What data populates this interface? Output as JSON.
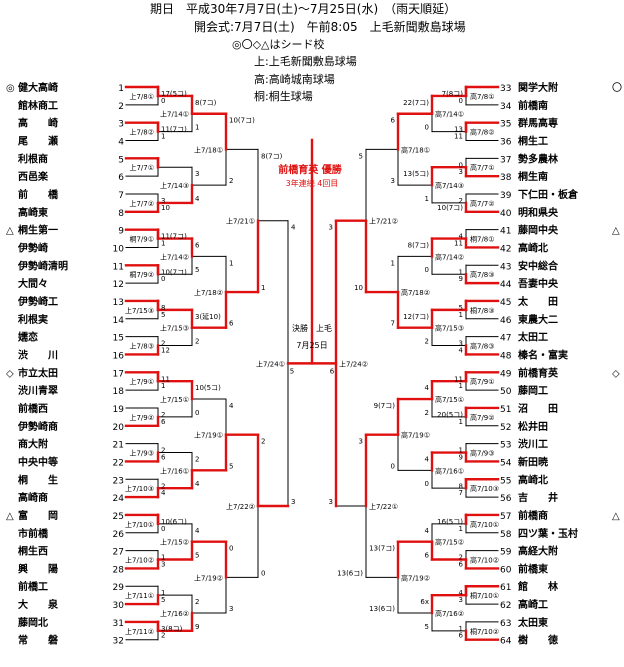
{
  "header": {
    "line1": "期日　平成30年7月7日(土)～7月25日(水)　（雨天順延）",
    "line2": "開会式:7月7日(土)　午前8:05　上毛新聞敷島球場",
    "line3": "◎〇◇△はシード校",
    "venue_kamige": "上:上毛新聞敷島球場",
    "venue_takasaki": "高:高崎城南球場",
    "venue_kiryu": "桐:桐生球場"
  },
  "champion": {
    "title": "前橋育英 優勝",
    "subtitle": "3年連続 4回目"
  },
  "final": {
    "venue_label": "決勝　上毛",
    "date": "7月25日",
    "score_left": "5",
    "score_right": "6"
  },
  "left": {
    "teams": [
      {
        "no": "1",
        "mark": "◎",
        "name": "健大高崎"
      },
      {
        "no": "2",
        "mark": "",
        "name": "館林商工"
      },
      {
        "no": "3",
        "mark": "",
        "name": "高　　崎"
      },
      {
        "no": "4",
        "mark": "",
        "name": "尾　　瀬"
      },
      {
        "no": "5",
        "mark": "",
        "name": "利根商"
      },
      {
        "no": "6",
        "mark": "",
        "name": "西邑楽"
      },
      {
        "no": "7",
        "mark": "",
        "name": "前　　橋"
      },
      {
        "no": "8",
        "mark": "",
        "name": "高崎東"
      },
      {
        "no": "9",
        "mark": "△",
        "name": "桐生第一"
      },
      {
        "no": "10",
        "mark": "",
        "name": "伊勢崎"
      },
      {
        "no": "11",
        "mark": "",
        "name": "伊勢崎清明"
      },
      {
        "no": "12",
        "mark": "",
        "name": "大間々"
      },
      {
        "no": "13",
        "mark": "",
        "name": "伊勢崎工"
      },
      {
        "no": "14",
        "mark": "",
        "name": "利根実"
      },
      {
        "no": "15",
        "mark": "",
        "name": "嬬恋"
      },
      {
        "no": "16",
        "mark": "",
        "name": "渋　　川"
      },
      {
        "no": "17",
        "mark": "◇",
        "name": "市立太田"
      },
      {
        "no": "18",
        "mark": "",
        "name": "渋川青翠"
      },
      {
        "no": "19",
        "mark": "",
        "name": "前橋西"
      },
      {
        "no": "20",
        "mark": "",
        "name": "伊勢崎商"
      },
      {
        "no": "21",
        "mark": "",
        "name": "商大附"
      },
      {
        "no": "22",
        "mark": "",
        "name": "中央中等"
      },
      {
        "no": "23",
        "mark": "",
        "name": "桐　　生"
      },
      {
        "no": "24",
        "mark": "",
        "name": "高崎商"
      },
      {
        "no": "25",
        "mark": "△",
        "name": "富　　岡"
      },
      {
        "no": "26",
        "mark": "",
        "name": "市前橋"
      },
      {
        "no": "27",
        "mark": "",
        "name": "桐生西"
      },
      {
        "no": "28",
        "mark": "",
        "name": "興　　陽"
      },
      {
        "no": "29",
        "mark": "",
        "name": "前橋工"
      },
      {
        "no": "30",
        "mark": "",
        "name": "大　　泉"
      },
      {
        "no": "31",
        "mark": "",
        "name": "藤岡北"
      },
      {
        "no": "32",
        "mark": "",
        "name": "常　　磐"
      }
    ],
    "r1": [
      {
        "venue": "上7/8①",
        "top": "17(5コ)",
        "bot": "0"
      },
      {
        "venue": "上7/8②",
        "top": "11(7コ)",
        "bot": "1"
      },
      {
        "venue": "上7/7①",
        "top": "",
        "bot": ""
      },
      {
        "venue": "上7/7②",
        "top": "3",
        "bot": "10"
      },
      {
        "venue": "桐7/9①",
        "top": "11(7コ)",
        "bot": "1"
      },
      {
        "venue": "桐7/9②",
        "top": "10(7コ)",
        "bot": "0"
      },
      {
        "venue": "上7/15③",
        "top": "8",
        "bot": "5"
      },
      {
        "venue": "上7/8③",
        "top": "2",
        "bot": "12"
      },
      {
        "venue": "上7/9①",
        "top": "11",
        "bot": "1"
      },
      {
        "venue": "上7/9②",
        "top": "2",
        "bot": "6"
      },
      {
        "venue": "上7/9③",
        "top": "2",
        "bot": "6"
      },
      {
        "venue": "上7/10③",
        "top": "2",
        "bot": "4"
      },
      {
        "venue": "上7/10①",
        "top": "10(6コ)",
        "bot": "0"
      },
      {
        "venue": "上7/10②",
        "top": "1",
        "bot": "3"
      },
      {
        "venue": "上7/11①",
        "top": "1",
        "bot": "5"
      },
      {
        "venue": "上7/11②",
        "top": "3(8コ)",
        "bot": "2"
      }
    ],
    "r2": [
      {
        "venue": "上7/14①",
        "top": "8(7コ)",
        "bot": "1"
      },
      {
        "venue": "上7/14③",
        "top": "3",
        "bot": "4"
      },
      {
        "venue": "上7/14②",
        "top": "6",
        "bot": "5"
      },
      {
        "venue": "上7/15③",
        "top": "3(延10)",
        "bot": "2"
      },
      {
        "venue": "上7/15①",
        "top": "10(5コ)",
        "bot": "0"
      },
      {
        "venue": "上7/16①",
        "top": "2",
        "bot": "4"
      },
      {
        "venue": "上7/15②",
        "top": "4",
        "bot": "5"
      },
      {
        "venue": "上7/16②",
        "top": "2",
        "bot": "9"
      }
    ],
    "r3": [
      {
        "venue": "上7/18①",
        "top": "10(7コ)",
        "bot": "2"
      },
      {
        "venue": "上7/18②",
        "top": "1",
        "bot": "6"
      },
      {
        "venue": "上7/19①",
        "top": "4",
        "bot": "5"
      },
      {
        "venue": "上7/19②",
        "top": "0",
        "bot": "3"
      }
    ],
    "r4": [
      {
        "venue": "上7/21①",
        "top": "8(7コ)",
        "bot": "1"
      },
      {
        "venue": "上7/22②",
        "top": "2",
        "bot": "0"
      }
    ],
    "r5": {
      "venue": "上7/24①",
      "top": "4",
      "bot": "3"
    }
  },
  "right": {
    "teams": [
      {
        "no": "33",
        "mark": "〇",
        "name": "関学大附"
      },
      {
        "no": "34",
        "mark": "",
        "name": "前橋南"
      },
      {
        "no": "35",
        "mark": "",
        "name": "群馬高専"
      },
      {
        "no": "36",
        "mark": "",
        "name": "桐生工"
      },
      {
        "no": "37",
        "mark": "",
        "name": "勢多農林"
      },
      {
        "no": "38",
        "mark": "",
        "name": "桐生南"
      },
      {
        "no": "39",
        "mark": "",
        "name": "下仁田・板倉"
      },
      {
        "no": "40",
        "mark": "",
        "name": "明和県央"
      },
      {
        "no": "41",
        "mark": "△",
        "name": "藤岡中央"
      },
      {
        "no": "42",
        "mark": "",
        "name": "高崎北"
      },
      {
        "no": "43",
        "mark": "",
        "name": "安中総合"
      },
      {
        "no": "44",
        "mark": "",
        "name": "吾妻中央"
      },
      {
        "no": "45",
        "mark": "",
        "name": "太　　田"
      },
      {
        "no": "46",
        "mark": "",
        "name": "東農大二"
      },
      {
        "no": "47",
        "mark": "",
        "name": "太田工"
      },
      {
        "no": "48",
        "mark": "",
        "name": "榛名・富実"
      },
      {
        "no": "49",
        "mark": "◇",
        "name": "前橋育英"
      },
      {
        "no": "50",
        "mark": "",
        "name": "藤岡工"
      },
      {
        "no": "51",
        "mark": "",
        "name": "沼　　田"
      },
      {
        "no": "52",
        "mark": "",
        "name": "松井田"
      },
      {
        "no": "53",
        "mark": "",
        "name": "渋川工"
      },
      {
        "no": "54",
        "mark": "",
        "name": "新田暁"
      },
      {
        "no": "55",
        "mark": "",
        "name": "高崎北"
      },
      {
        "no": "56",
        "mark": "",
        "name": "吉　　井"
      },
      {
        "no": "57",
        "mark": "△",
        "name": "前橋商"
      },
      {
        "no": "58",
        "mark": "",
        "name": "四ツ葉・玉村"
      },
      {
        "no": "59",
        "mark": "",
        "name": "高経大附"
      },
      {
        "no": "60",
        "mark": "",
        "name": "前橋東"
      },
      {
        "no": "61",
        "mark": "",
        "name": "館　　林"
      },
      {
        "no": "62",
        "mark": "",
        "name": "高崎工"
      },
      {
        "no": "63",
        "mark": "",
        "name": "太田東"
      },
      {
        "no": "64",
        "mark": "",
        "name": "樹　　徳"
      }
    ],
    "r1": [
      {
        "venue": "高7/8①",
        "top": "7(8コ)",
        "bot": "0"
      },
      {
        "venue": "高7/8②",
        "top": "13",
        "bot": "11"
      },
      {
        "venue": "高7/7①",
        "top": "0",
        "bot": "3"
      },
      {
        "venue": "高7/7②",
        "top": "2",
        "bot": "10(7コ)"
      },
      {
        "venue": "桐7/8①",
        "top": "4",
        "bot": "11"
      },
      {
        "venue": "高7/8③",
        "top": "1",
        "bot": "9"
      },
      {
        "venue": "桐7/8③",
        "top": "5",
        "bot": "1"
      },
      {
        "venue": "高7/8③",
        "top": "3",
        "bot": "4"
      },
      {
        "venue": "高7/9①",
        "top": "11",
        "bot": "1"
      },
      {
        "venue": "高7/9②",
        "top": "20(5コ)",
        "bot": "1"
      },
      {
        "venue": "高7/9③",
        "top": "1",
        "bot": "9"
      },
      {
        "venue": "高7/10③",
        "top": "8",
        "bot": "7"
      },
      {
        "venue": "高7/10①",
        "top": "16(5コ)",
        "bot": "1"
      },
      {
        "venue": "高7/10②",
        "top": "2",
        "bot": "6"
      },
      {
        "venue": "桐7/10①",
        "top": "4",
        "bot": "3"
      },
      {
        "venue": "桐7/10②",
        "top": "1",
        "bot": "6"
      }
    ],
    "r2": [
      {
        "venue": "高7/14①",
        "top": "22(7コ)",
        "bot": "0"
      },
      {
        "venue": "高7/14③",
        "top": "13(5コ)",
        "bot": "1"
      },
      {
        "venue": "高7/14②",
        "top": "8(7コ)",
        "bot": "0"
      },
      {
        "venue": "高7/15③",
        "top": "12(7コ)",
        "bot": "2"
      },
      {
        "venue": "高7/15①",
        "top": "4",
        "bot": "2"
      },
      {
        "venue": "高7/16①",
        "top": "4",
        "bot": "0"
      },
      {
        "venue": "高7/15②",
        "top": "4",
        "bot": "6"
      },
      {
        "venue": "高7/16②",
        "top": "6x",
        "bot": "5"
      }
    ],
    "r3": [
      {
        "venue": "高7/18①",
        "top": "6",
        "bot": "3"
      },
      {
        "venue": "高7/18②",
        "top": "1",
        "bot": "7"
      },
      {
        "venue": "高7/19①",
        "top": "9(7コ)",
        "bot": "0"
      },
      {
        "venue": "高7/19②",
        "top": "13(7コ)",
        "bot": "13(6コ)"
      }
    ],
    "r4": [
      {
        "venue": "上7/21②",
        "top": "5",
        "bot": "10"
      },
      {
        "venue": "上7/22①",
        "top": "3",
        "bot": "13(6コ)"
      }
    ],
    "r5": {
      "venue": "上7/24②",
      "top": "3",
      "bot": "3"
    }
  },
  "advance": {
    "left": {
      "r1": [
        true,
        true,
        true,
        false,
        true,
        true,
        true,
        false,
        true,
        false,
        false,
        false,
        true,
        false,
        false,
        true
      ],
      "r2": [
        true,
        false,
        true,
        true,
        true,
        false,
        false,
        false
      ],
      "r3": [
        true,
        false,
        false,
        true
      ],
      "r4": [
        false,
        true
      ],
      "r5": false
    },
    "right": {
      "r1": [
        true,
        true,
        false,
        false,
        false,
        false,
        true,
        false,
        true,
        true,
        false,
        true,
        true,
        false,
        true,
        false
      ],
      "r2": [
        true,
        true,
        true,
        true,
        true,
        true,
        false,
        true
      ],
      "r3": [
        true,
        false,
        true,
        true
      ],
      "r4": [
        false,
        true
      ],
      "r5": true
    }
  }
}
